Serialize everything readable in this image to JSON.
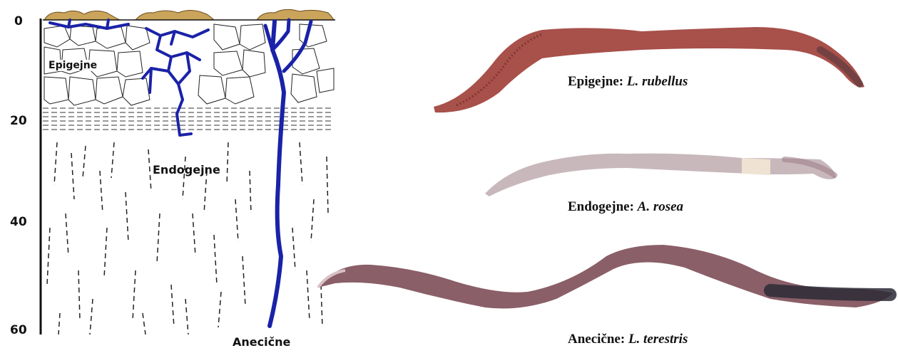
{
  "depth_axis": {
    "ticks": [
      "0",
      "20",
      "40",
      "60"
    ]
  },
  "zones": {
    "epigeic": "Epigejne",
    "endogeic": "Endogejne",
    "anecic": "Anecične"
  },
  "captions": {
    "epigeic": {
      "group": "Epigejne:",
      "species": "L. rubellus"
    },
    "endogeic": {
      "group": "Endogejne:",
      "species": "A. rosea"
    },
    "anecic": {
      "group": "Anecične:",
      "species": "L. terestris"
    }
  },
  "colors": {
    "burrow": "#1a22a8",
    "litter": "#c9a45a",
    "worm_epigeic": "#a8504a",
    "worm_endogeic": "#c8b8bc",
    "worm_anecic": "#8a5f68"
  }
}
